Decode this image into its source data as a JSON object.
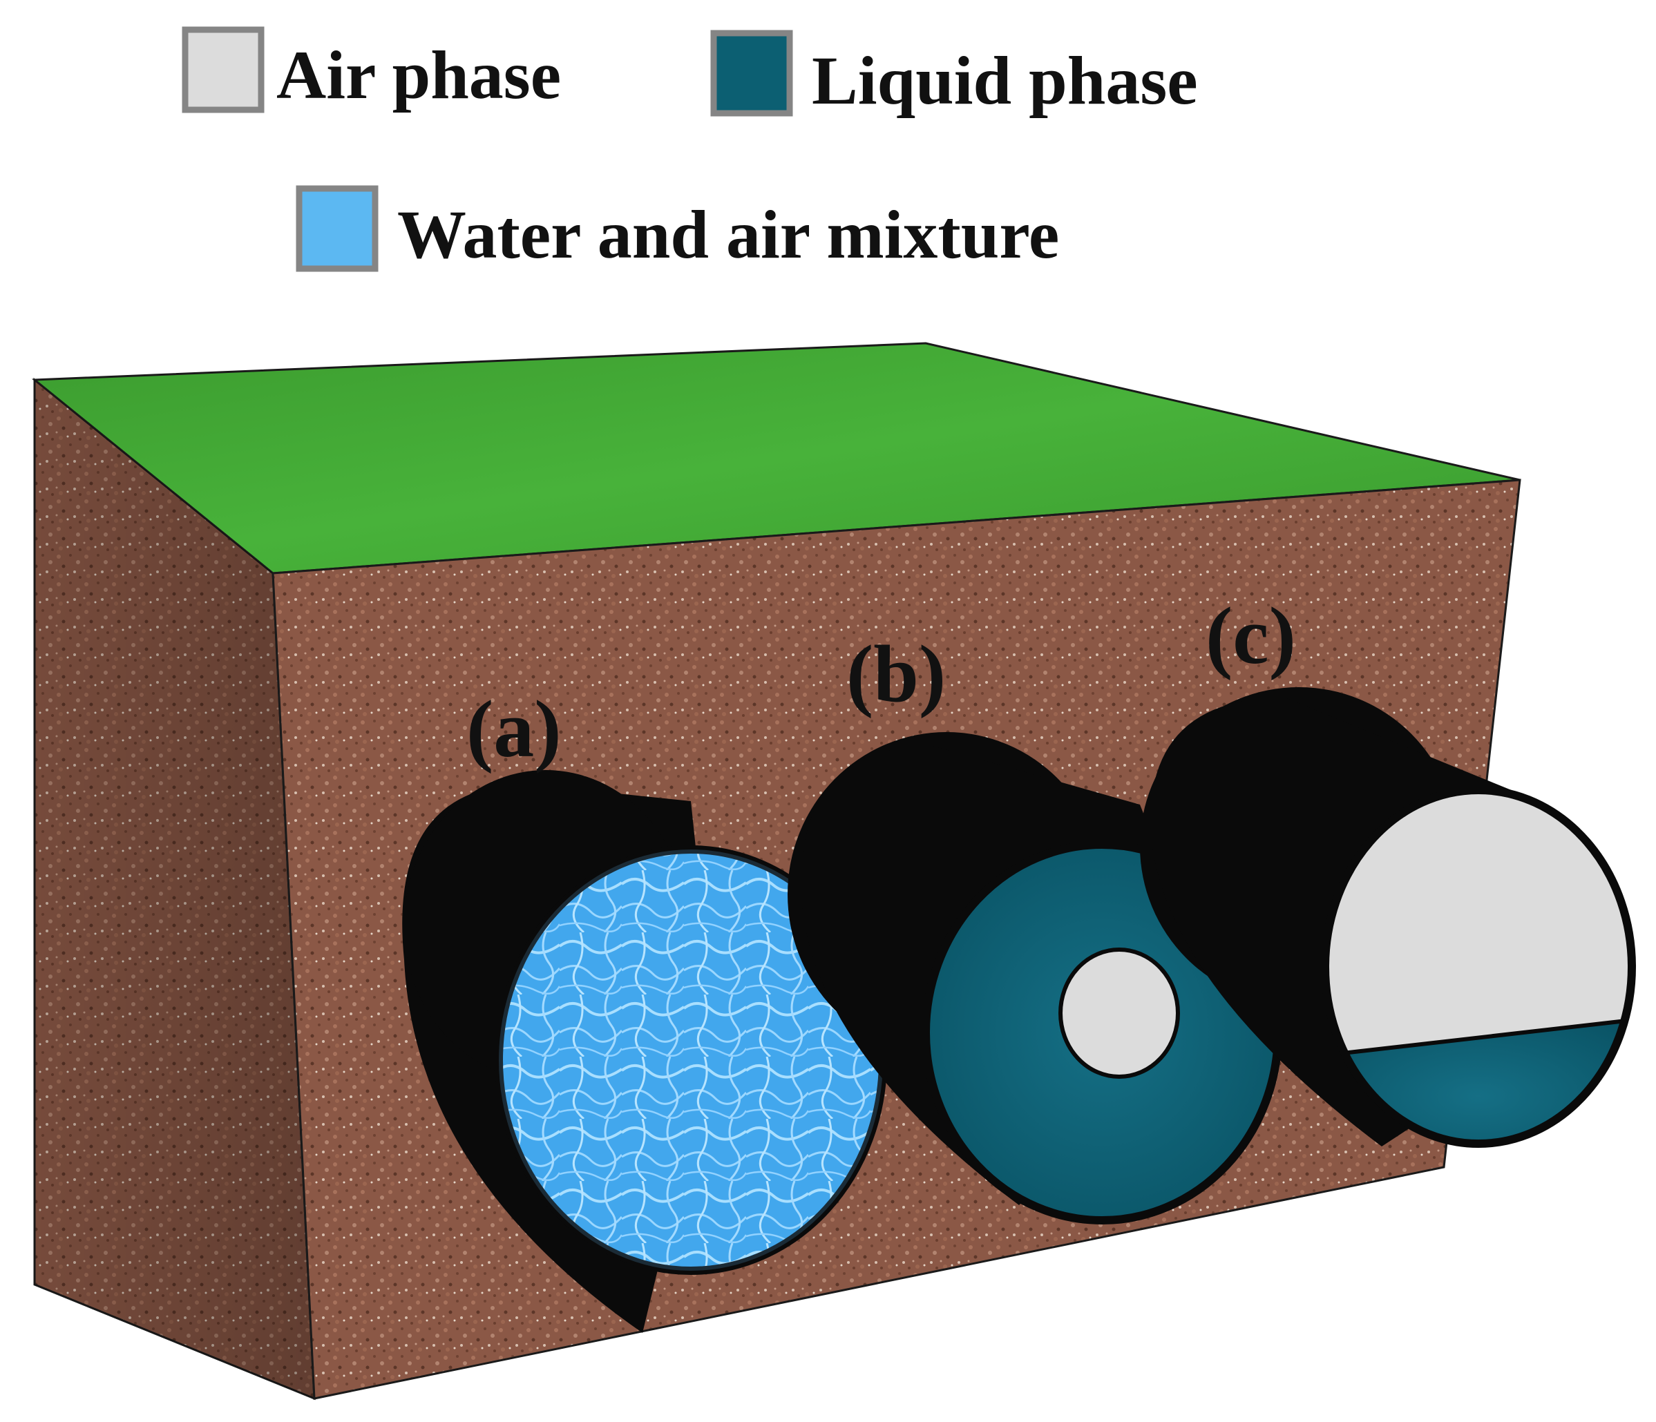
{
  "legend": [
    {
      "label": "Air phase",
      "color": "#dcdcdc",
      "border": "#8a8a8a"
    },
    {
      "label": "Liquid phase",
      "color": "#0c5f72",
      "border": "#8a8a8a"
    },
    {
      "label": "Water and air mixture",
      "color": "#5cb8f2",
      "border": "#8a8a8a"
    }
  ],
  "pipes": [
    {
      "label": "(a)",
      "content": "Water and air mixture"
    },
    {
      "label": "(b)",
      "content": "Liquid phase with central air core"
    },
    {
      "label": "(c)",
      "content": "Stratified air over liquid"
    }
  ],
  "colors": {
    "grass": "#3fa535",
    "soil": "#8c5a48",
    "pipe_wall": "#0a0a0a",
    "liquid": "#0c5f72",
    "air": "#dcdcdc",
    "mixture": "#5cb8f2"
  }
}
